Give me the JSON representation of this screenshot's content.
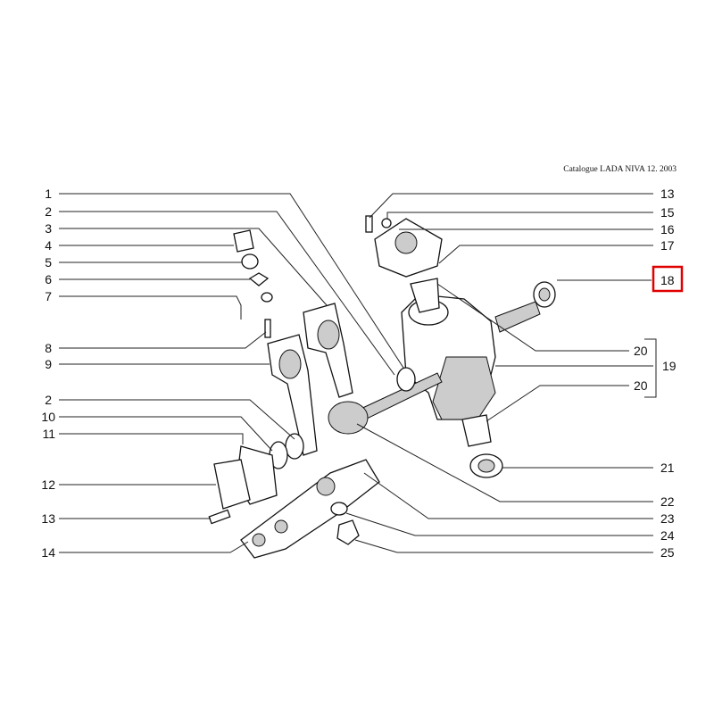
{
  "header": {
    "catalogue": "Catalogue LADA NIVA 12. 2003"
  },
  "left_labels": [
    "1",
    "2",
    "3",
    "4",
    "5",
    "6",
    "7",
    "8",
    "9",
    "2",
    "10",
    "11",
    "12",
    "13",
    "14"
  ],
  "right_labels": [
    "13",
    "15",
    "16",
    "17",
    "18",
    "20",
    "19",
    "20",
    "21",
    "22",
    "23",
    "24",
    "25"
  ],
  "highlight": {
    "label": "18",
    "color": "#e00000"
  }
}
